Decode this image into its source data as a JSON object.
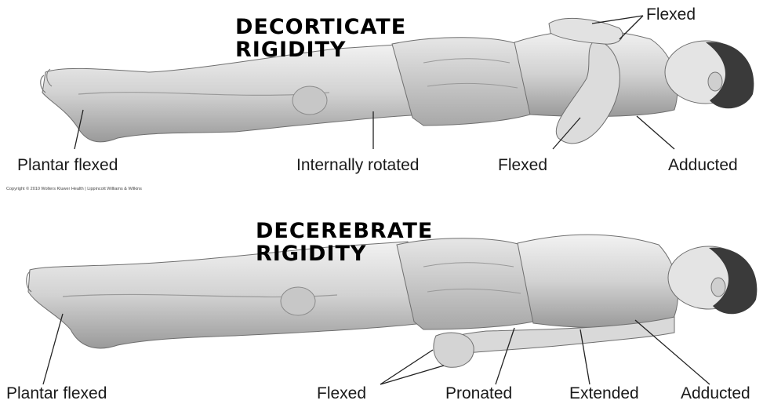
{
  "top_panel": {
    "title_line1": "Decorticate",
    "title_line2": "Rigidity",
    "labels": {
      "plantar": "Plantar flexed",
      "internally": "Internally rotated",
      "flexed_arm": "Flexed",
      "adducted": "Adducted",
      "flexed_hands": "Flexed"
    }
  },
  "copyright": "Copyright © 2010 Wolters Kluwer Health | Lippincott Williams & Wilkins",
  "bottom_panel": {
    "title_line1": "Decerebrate",
    "title_line2": "Rigidity",
    "labels": {
      "plantar": "Plantar flexed",
      "flexed": "Flexed",
      "pronated": "Pronated",
      "extended": "Extended",
      "adducted": "Adducted"
    }
  },
  "colors": {
    "skin_light": "#ececec",
    "skin_mid": "#bdbdbd",
    "skin_dark": "#8a8a8a",
    "hair": "#3a3a3a",
    "line": "#222222"
  }
}
